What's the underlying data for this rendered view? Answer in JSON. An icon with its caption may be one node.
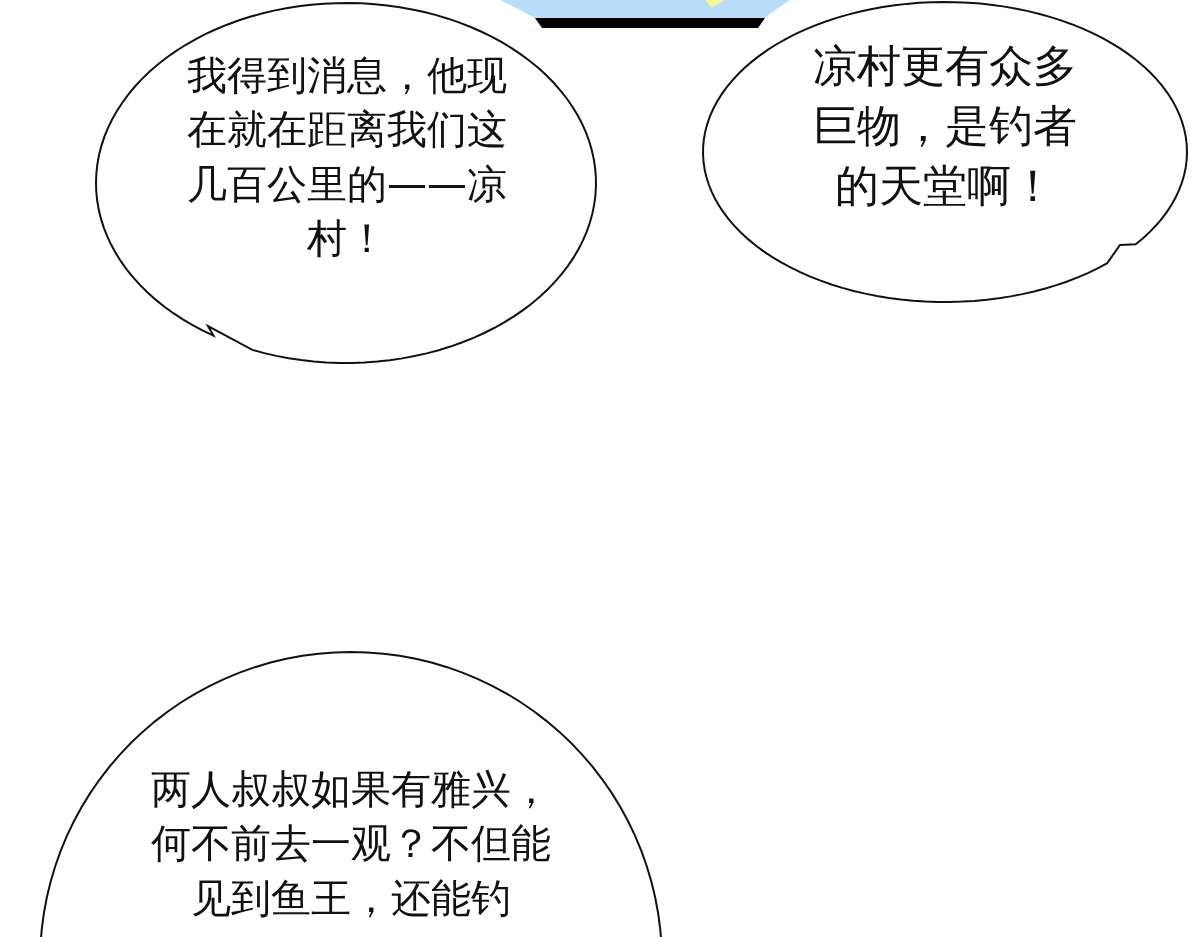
{
  "diagram": {
    "nodes": [
      {
        "text": [
          "我得到消息，他现在就在距离我们这几百公里的——凉村！"
        ]
      },
      {
        "text": [
          "凉村更有众多巨物，是钓者的天堂啊！"
        ]
      },
      {
        "text": [
          "两人叔叔如果有雅兴，何不前去一观？不但能见到鱼王，还能钓"
        ]
      }
    ]
  }
}
